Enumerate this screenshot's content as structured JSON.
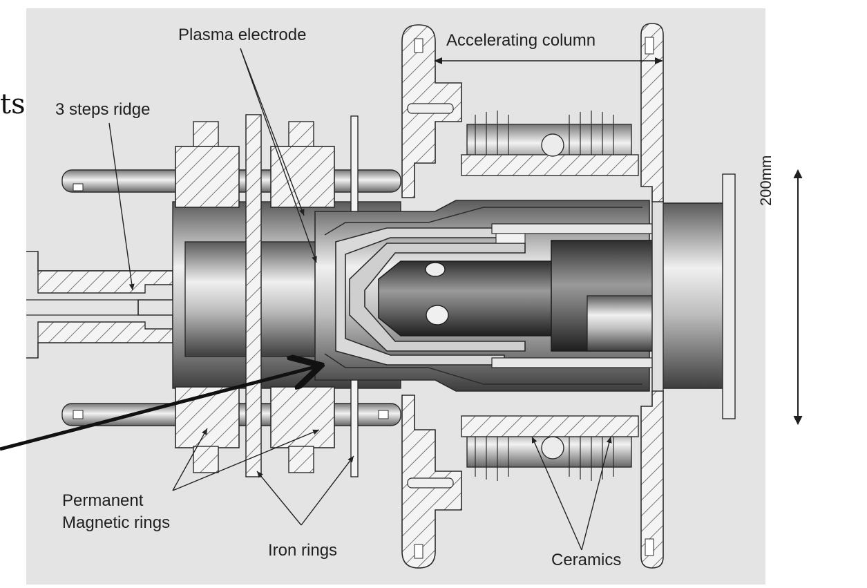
{
  "labels": {
    "plasma_electrode": "Plasma electrode",
    "accelerating_column": "Accelerating column",
    "steps_ridge": "3 steps ridge",
    "permanent_line1": "Permanent",
    "permanent_line2": "Magnetic rings",
    "iron_rings": "Iron rings",
    "ceramics": "Ceramics",
    "scale": "200mm"
  },
  "fragment_text": "ts",
  "colors": {
    "panel": "#e4e4e4",
    "outline": "#2a2a2a",
    "arrow": "#111111"
  }
}
